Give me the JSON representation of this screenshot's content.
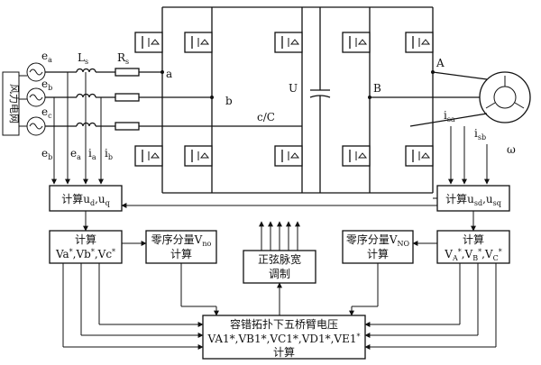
{
  "grid_label": "风力电网",
  "sources": [
    {
      "label": "e",
      "sub": "a"
    },
    {
      "label": "e",
      "sub": "b"
    },
    {
      "label": "e",
      "sub": "c"
    }
  ],
  "components": {
    "inductor": {
      "label": "L",
      "sub": "s"
    },
    "resistor": {
      "label": "R",
      "sub": "s"
    }
  },
  "nodes": {
    "a": "a",
    "b": "b",
    "cC": "c/C",
    "U": "U",
    "A": "A",
    "B": "B",
    "omega": "ω"
  },
  "meas": {
    "eb": {
      "label": "e",
      "sub": "b"
    },
    "ea": {
      "label": "e",
      "sub": "a"
    },
    "ia": {
      "label": "i",
      "sub": "a"
    },
    "ib": {
      "label": "i",
      "sub": "b"
    },
    "isa": {
      "label": "i",
      "sub": "sa"
    },
    "isb": {
      "label": "i",
      "sub": "sb"
    }
  },
  "blocks": {
    "calc_udq": {
      "p1": "计算u",
      "s1": "d",
      "p2": ",u",
      "s2": "q"
    },
    "calc_usdq": {
      "p1": "计算u",
      "s1": "sd",
      "p2": ",u",
      "s2": "sq"
    },
    "calc_left": {
      "line1": "计算",
      "line2": [
        {
          "b": "Va",
          "s": "*"
        },
        {
          "b": ",Vb",
          "s": "*"
        },
        {
          "b": ",Vc",
          "s": "*"
        }
      ]
    },
    "calc_right": {
      "line1": "计算",
      "line2": [
        {
          "b": "V",
          "s": "A"
        },
        {
          "b": "",
          "s": "*"
        },
        {
          "b": ",V",
          "s": "B"
        },
        {
          "b": "",
          "s": "*"
        },
        {
          "b": ",V",
          "s": "C"
        },
        {
          "b": "",
          "s": "*"
        }
      ]
    },
    "zero_left": {
      "p": "零序分量V",
      "s": "no",
      "line2": "计算"
    },
    "zero_right": {
      "p": "零序分量V",
      "s": "NO",
      "line2": "计算"
    },
    "pwm": {
      "line1": "正弦脉宽",
      "line2": "调制"
    },
    "bottom": {
      "line1": "容错拓扑下五桥臂电压",
      "line2": "VA1*,VB1*,VC1*,VD1*,VE1",
      "line2_sup": "*",
      "line3": "计算"
    }
  }
}
